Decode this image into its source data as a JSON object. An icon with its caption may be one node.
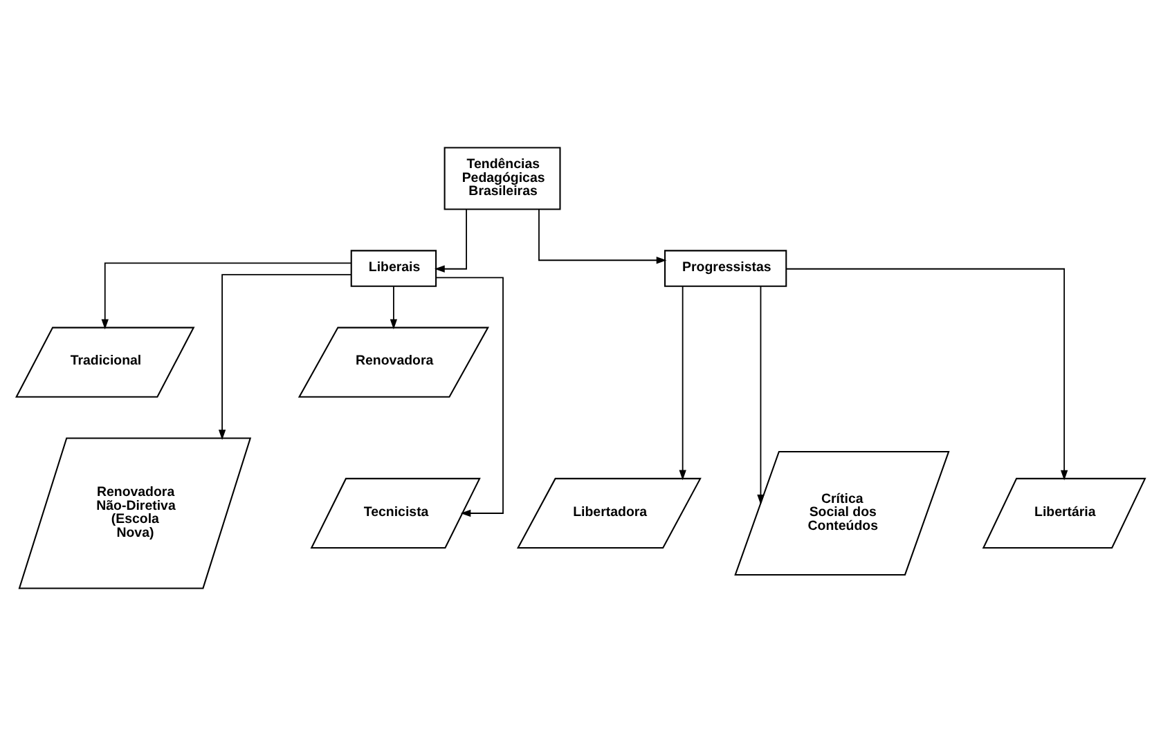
{
  "diagram": {
    "nodes": [
      {
        "text": [
          "Tendências Pedagógicas Brasileiras"
        ]
      },
      {
        "text": [
          "Liberais"
        ]
      },
      {
        "text": [
          "Progressistas"
        ]
      },
      {
        "text": [
          "Tradicional"
        ]
      },
      {
        "text": [
          "Renovadora"
        ]
      },
      {
        "text": [
          "Renovadora Não-Diretiva (Escola Nova)"
        ]
      },
      {
        "text": [
          "Tecnicista"
        ]
      },
      {
        "text": [
          "Libertadora"
        ]
      },
      {
        "text": [
          "Crítica Social dos Conteúdos"
        ]
      },
      {
        "text": [
          "Libertária"
        ]
      }
    ],
    "edges": [
      {
        "from": 0,
        "to": 1,
        "arrow": "to"
      },
      {
        "from": 0,
        "to": 2,
        "arrow": "to"
      },
      {
        "from": 1,
        "to": 3,
        "arrow": "to"
      },
      {
        "from": 1,
        "to": 4,
        "arrow": "to"
      },
      {
        "from": 1,
        "to": 5,
        "arrow": "to"
      },
      {
        "from": 1,
        "to": 6,
        "arrow": "to"
      },
      {
        "from": 2,
        "to": 7,
        "arrow": "to"
      },
      {
        "from": 2,
        "to": 8,
        "arrow": "to"
      },
      {
        "from": 2,
        "to": 9,
        "arrow": "to"
      }
    ]
  }
}
